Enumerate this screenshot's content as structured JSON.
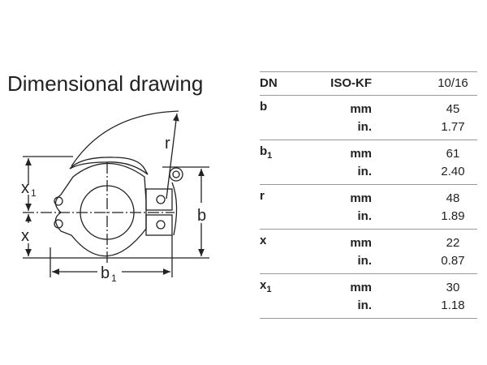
{
  "title": "Dimensional drawing",
  "labels": {
    "x1": "x",
    "x1_sub": "1",
    "x": "x",
    "b": "b",
    "b1": "b",
    "b1_sub": "1",
    "r": "r"
  },
  "table": {
    "header": {
      "dn": "DN",
      "type": "ISO-KF",
      "size": "10/16"
    },
    "rows": [
      {
        "name": "b",
        "sub": "",
        "mm": "45",
        "in": "1.77"
      },
      {
        "name": "b",
        "sub": "1",
        "mm": "61",
        "in": "2.40"
      },
      {
        "name": "r",
        "sub": "",
        "mm": "48",
        "in": "1.89"
      },
      {
        "name": "x",
        "sub": "",
        "mm": "22",
        "in": "0.87"
      },
      {
        "name": "x",
        "sub": "1",
        "mm": "30",
        "in": "1.18"
      }
    ],
    "unit_mm": "mm",
    "unit_in": "in."
  }
}
